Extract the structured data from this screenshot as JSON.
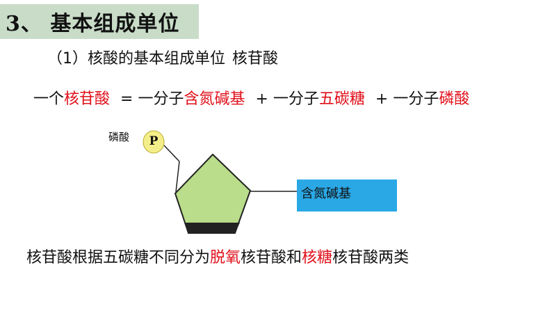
{
  "header": {
    "title": "3、 基本组成单位"
  },
  "subtitle": {
    "label": "（1）核酸的基本组成单位",
    "answer": "核苷酸"
  },
  "equation": {
    "p1": "一个",
    "p2": "核苷酸",
    "p3": " = 一分子",
    "p4": "含氮碱基",
    "p5": " + 一分子",
    "p6": "五碳糖",
    "p7": " + 一分子",
    "p8": "磷酸"
  },
  "diagram": {
    "phosphate_label": "磷酸",
    "phosphate_symbol": "P",
    "base_label": "含氮碱基",
    "colors": {
      "sugar": "#b9dd8a",
      "phosphate": "#f4ee8a",
      "base": "#2aa8e6"
    }
  },
  "footer": {
    "t1": "核苷酸根据五碳糖不同分为",
    "t2": "脱氧",
    "t3": "核苷酸和",
    "t4": "核糖",
    "t5": "核苷酸两类"
  }
}
